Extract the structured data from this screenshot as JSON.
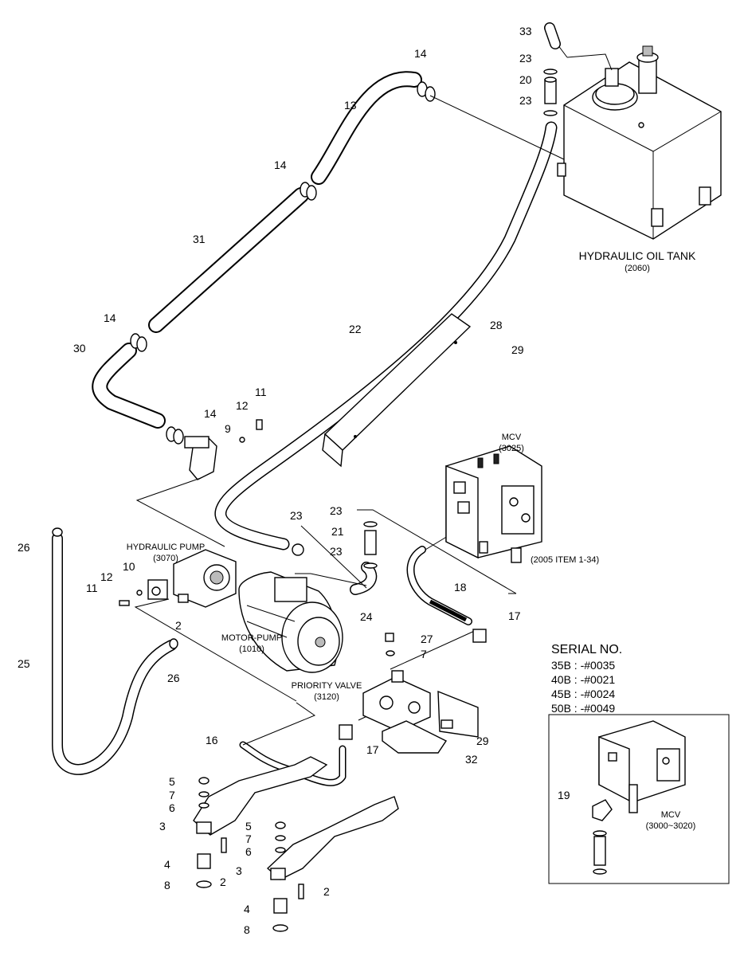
{
  "components": {
    "tank": {
      "name": "HYDRAULIC OIL TANK",
      "code": "(2060)"
    },
    "mcv_top": {
      "name": "MCV",
      "code": "(3025)"
    },
    "ref_2005": {
      "text": "(2005 ITEM 1-34)"
    },
    "pump": {
      "name": "HYDRAULIC PUMP",
      "code": "(3070)"
    },
    "motor": {
      "name": "MOTOR-PUMP",
      "code": "(1010)"
    },
    "priority": {
      "name": "PRIORITY VALVE",
      "code": "(3120)"
    },
    "mcv_inset": {
      "name": "MCV",
      "code": "(3000~3020)"
    }
  },
  "serial": {
    "title": "SERIAL NO.",
    "rows": [
      "35B : -#0035",
      "40B : -#0021",
      "45B : -#0024",
      "50B : -#0049"
    ]
  },
  "callouts": {
    "c33": "33",
    "c23a": "23",
    "c20": "20",
    "c23b": "23",
    "c14a": "14",
    "c13": "13",
    "c14b": "14",
    "c31": "31",
    "c14c": "14",
    "c30": "30",
    "c14d": "14",
    "c9": "9",
    "c12a": "12",
    "c11a": "11",
    "c22": "22",
    "c28": "28",
    "c29a": "29",
    "c23c": "23",
    "c21": "21",
    "c23d": "23",
    "c23e": "23",
    "c24": "24",
    "c18": "18",
    "c17a": "17",
    "c27": "27",
    "c7a": "7",
    "c26a": "26",
    "c26b": "26",
    "c25": "25",
    "c10": "10",
    "c12b": "12",
    "c11b": "11",
    "c2a": "2",
    "c16": "16",
    "c17b": "17",
    "c29b": "29",
    "c32": "32",
    "c5a": "5",
    "c7b": "7",
    "c6a": "6",
    "c3a": "3",
    "c4a": "4",
    "c8a": "8",
    "c2b": "2",
    "c5b": "5",
    "c7c": "7",
    "c6b": "6",
    "c3b": "3",
    "c2c": "2",
    "c4b": "4",
    "c8b": "8",
    "c19": "19"
  }
}
